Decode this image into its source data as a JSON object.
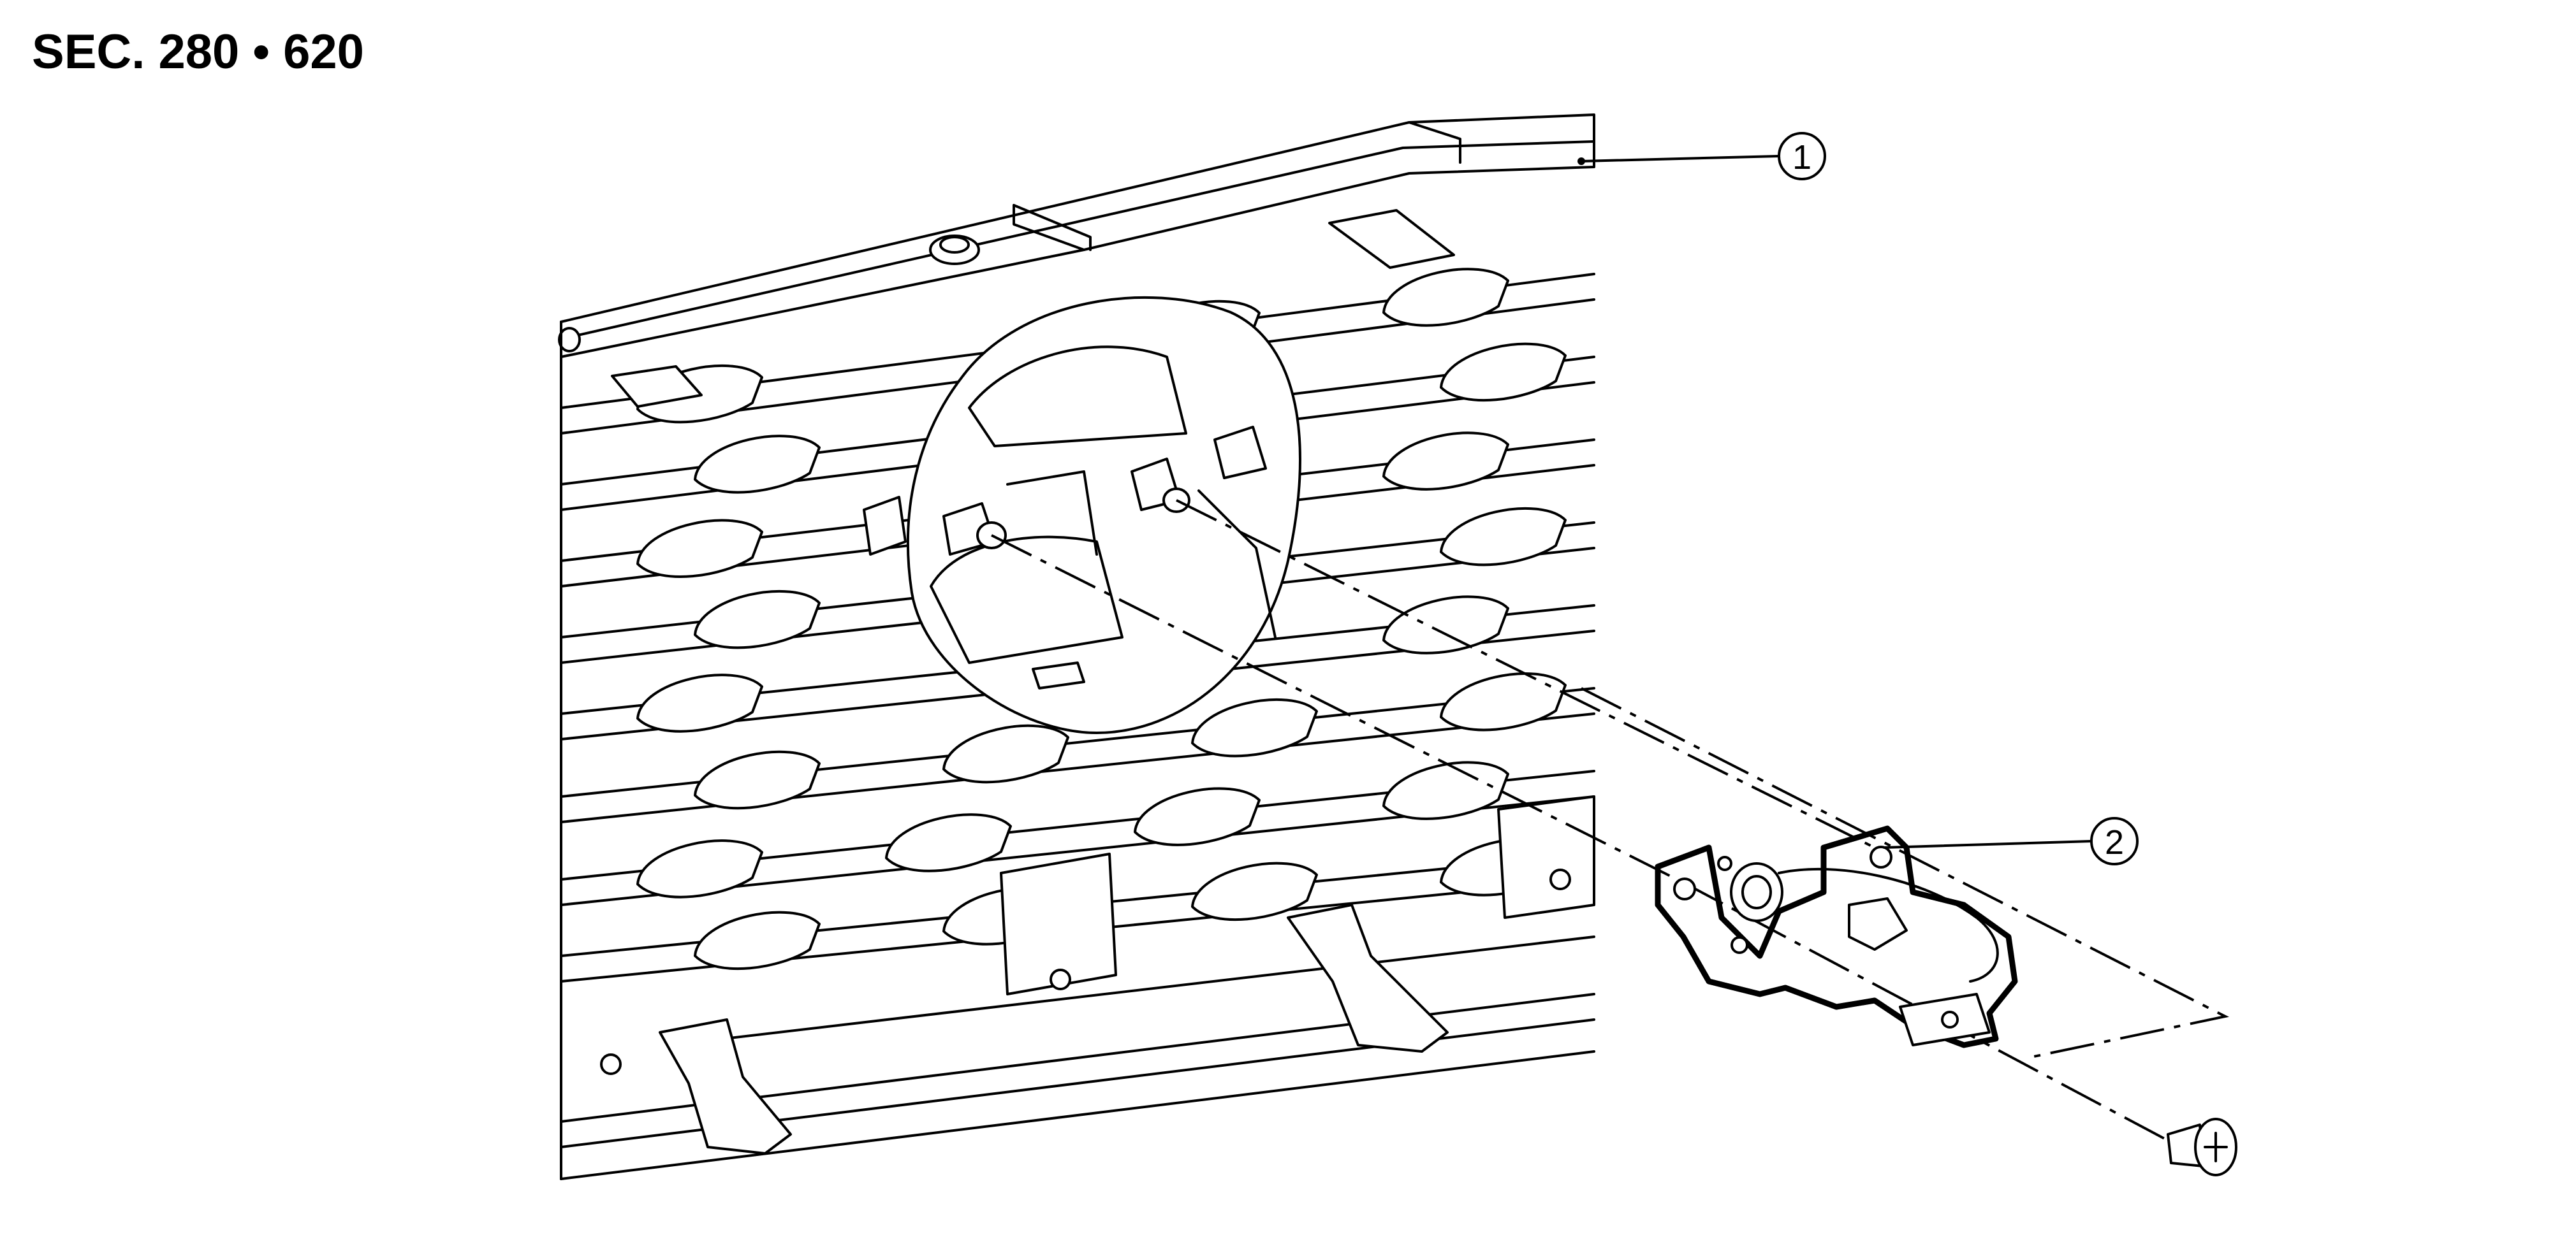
{
  "section_code": "SEC. 280 • 620",
  "callouts": [
    {
      "id": "1",
      "label": "1",
      "part": "front-grille"
    },
    {
      "id": "2",
      "label": "2",
      "part": "sensor-bracket-assembly"
    }
  ],
  "icons": [
    "screw-icon"
  ]
}
